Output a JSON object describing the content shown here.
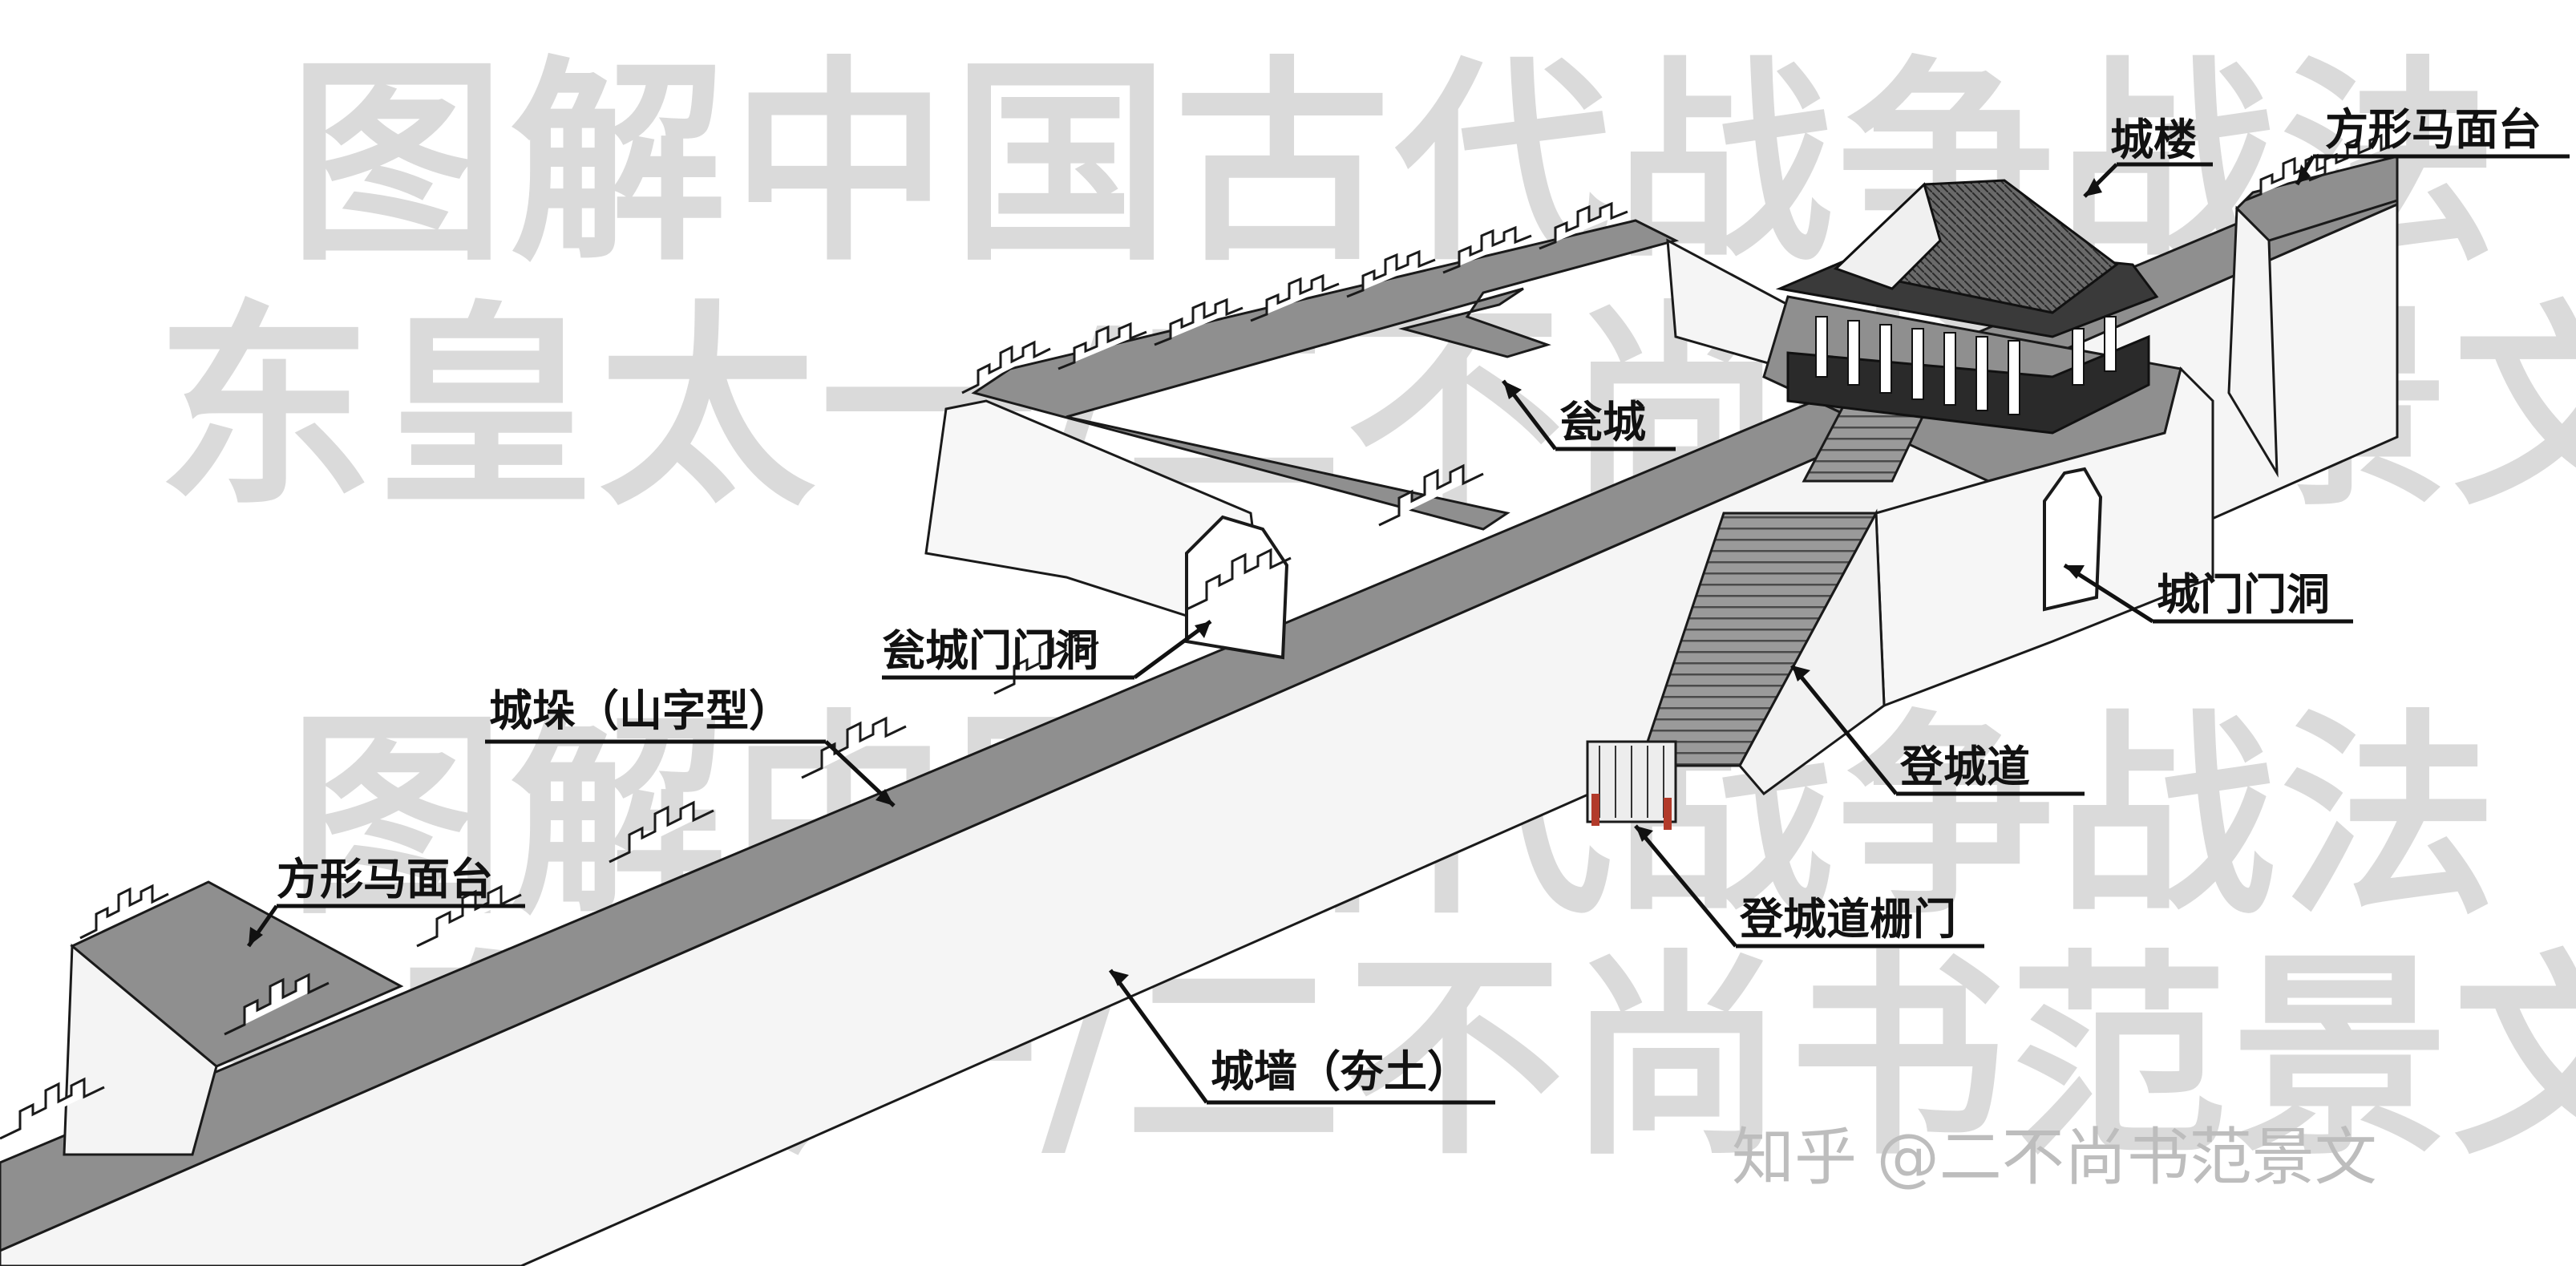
{
  "watermark": {
    "line1": "图解中国古代战争战法",
    "line2": "东皇太一/二不尚书范景文"
  },
  "labels": {
    "chenglou": "城楼",
    "fangxing_madiantai_right": "方形马面台",
    "wengcheng": "瓮城",
    "chengmen_mendong": "城门门洞",
    "wengcheng_mendong": "瓮城门门洞",
    "chengduo": "城垛（山字型）",
    "dengchengdao": "登城道",
    "dengchengdao_zhamen": "登城道栅门",
    "fangxing_madiantai_left": "方形马面台",
    "chengqiang": "城墙（夯土）"
  },
  "credit": "知乎 @二不尚书范景文",
  "colors": {
    "watermark": "#dadada",
    "wall_top": "#8f8f8f",
    "wall_face": "#f4f4f4",
    "outline": "#1a1a1a",
    "leader": "#111111",
    "credit": "#bdbdbd"
  }
}
